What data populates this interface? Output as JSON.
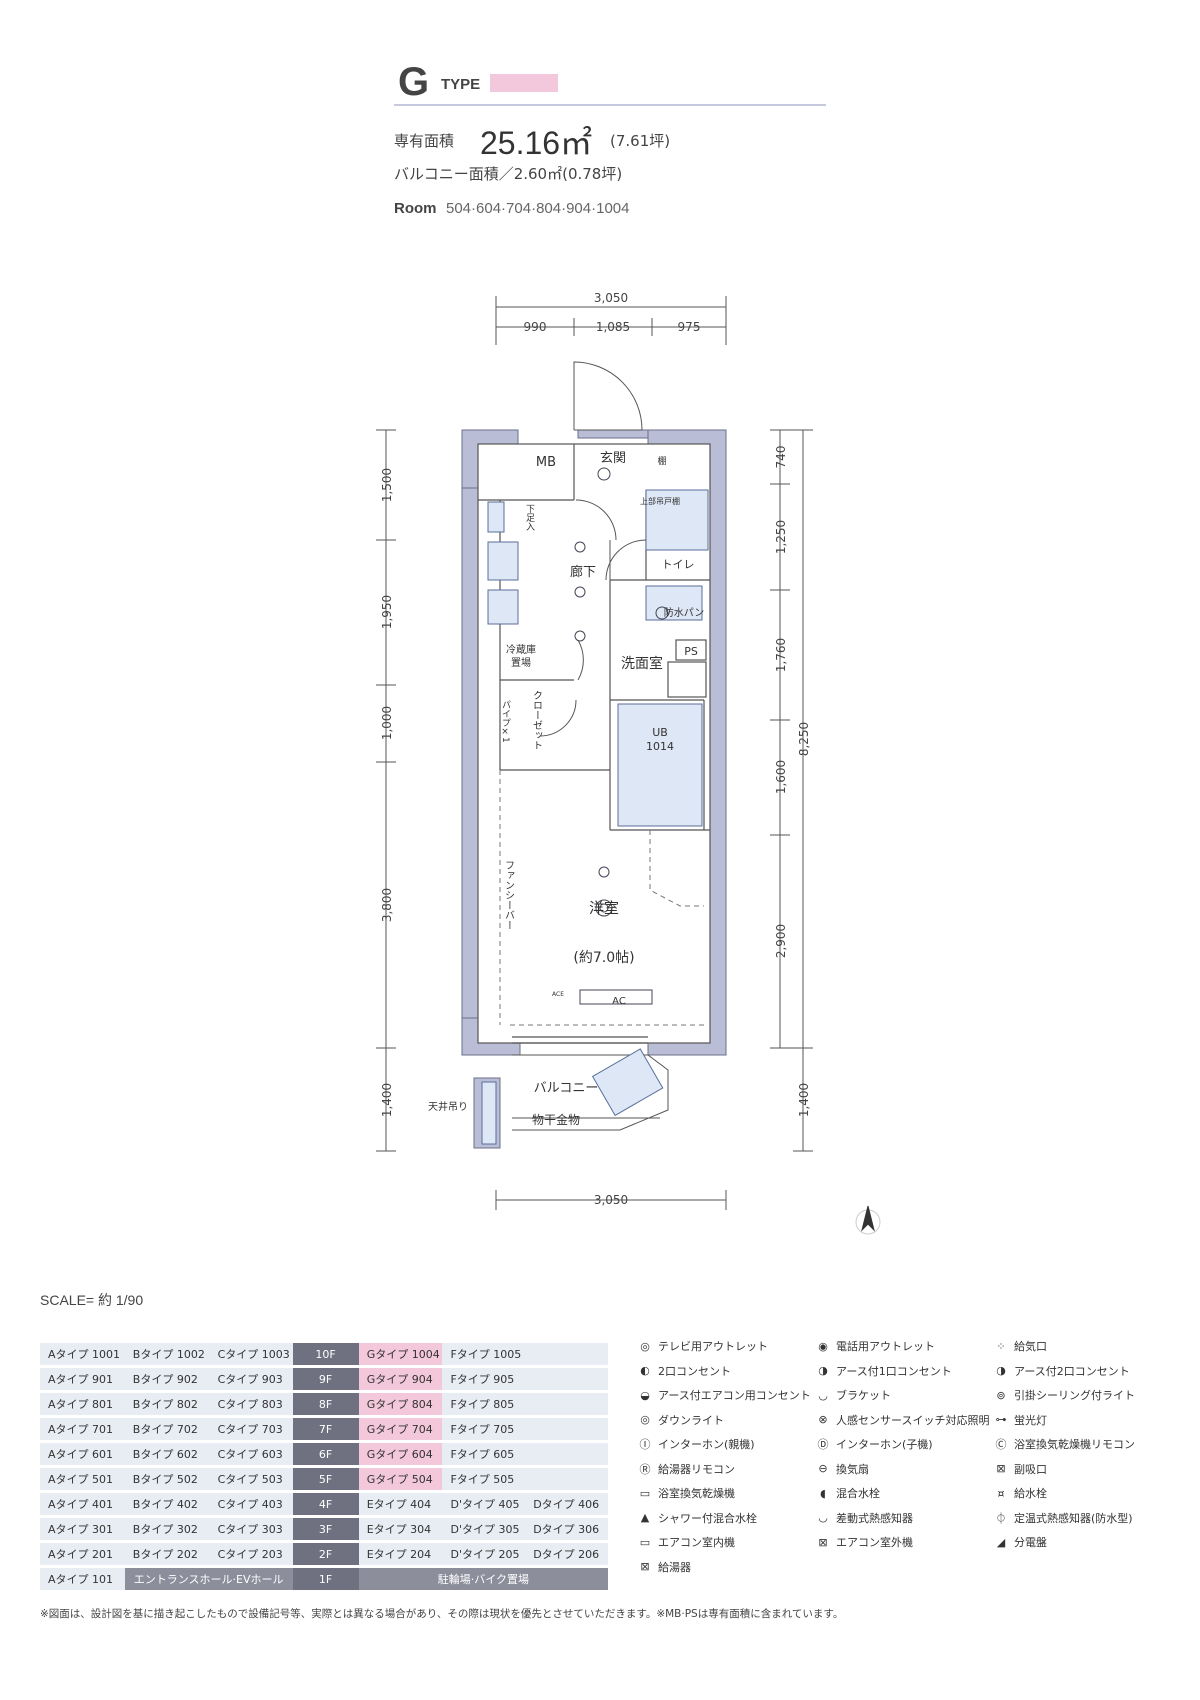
{
  "header": {
    "type_letter": "G",
    "type_word": "TYPE",
    "area_label": "専有面積",
    "area_value": "25.16㎡",
    "area_tsubo": "(7.61坪)",
    "balcony": "バルコニー面積／2.60㎡(0.78坪)",
    "room_label": "Room",
    "room_list": "504·604·704·804·904·1004"
  },
  "plan": {
    "dims_top_total": "3,050",
    "dims_top": [
      "990",
      "1,085",
      "975"
    ],
    "dims_bottom_total": "3,050",
    "dims_left": [
      "1,500",
      "1,950",
      "1,000",
      "3,800",
      "1,400"
    ],
    "dims_right": [
      "740",
      "1,250",
      "1,760",
      "1,600",
      "2,900",
      "1,400"
    ],
    "dims_right_total": "8,250",
    "rooms": {
      "mb": "MB",
      "genkan": "玄関",
      "rouka": "廊下",
      "toilet": "トイレ",
      "senmen": "洗面室",
      "ps": "PS",
      "ub": "UB",
      "ub_size": "1014",
      "youshitsu": "洋室",
      "youshitsu_size": "(約7.0帖)",
      "balcony": "バルコニー",
      "monohoshi": "物干金物",
      "tenjou": "天井吊り",
      "fancy": "ファンシーバー",
      "reizouko": "冷蔵庫",
      "okiba": "置場",
      "closet": "クローゼット",
      "jobu_shuno": "上部吊戸棚",
      "pipe": "パイプ×1",
      "geta": "下足入",
      "bousui": "防水パン",
      "tana": "棚",
      "ac": "AC",
      "ace": "ACE"
    }
  },
  "scale": "SCALE= 約 1/90",
  "room_table": {
    "rows": [
      {
        "a": "Aタイプ 1001",
        "b": "Bタイプ 1002",
        "c": "Cタイプ 1003",
        "floor": "10F",
        "g": "Gタイプ 1004",
        "f": "Fタイプ 1005"
      },
      {
        "a": "Aタイプ 901",
        "b": "Bタイプ 902",
        "c": "Cタイプ 903",
        "floor": "9F",
        "g": "Gタイプ 904",
        "f": "Fタイプ 905"
      },
      {
        "a": "Aタイプ 801",
        "b": "Bタイプ 802",
        "c": "Cタイプ 803",
        "floor": "8F",
        "g": "Gタイプ 804",
        "f": "Fタイプ 805"
      },
      {
        "a": "Aタイプ 701",
        "b": "Bタイプ 702",
        "c": "Cタイプ 703",
        "floor": "7F",
        "g": "Gタイプ 704",
        "f": "Fタイプ 705"
      },
      {
        "a": "Aタイプ 601",
        "b": "Bタイプ 602",
        "c": "Cタイプ 603",
        "floor": "6F",
        "g": "Gタイプ 604",
        "f": "Fタイプ 605"
      },
      {
        "a": "Aタイプ 501",
        "b": "Bタイプ 502",
        "c": "Cタイプ 503",
        "floor": "5F",
        "g": "Gタイプ 504",
        "f": "Fタイプ 505"
      }
    ],
    "lower_rows": [
      {
        "a": "Aタイプ 401",
        "b": "Bタイプ 402",
        "c": "Cタイプ 403",
        "floor": "4F",
        "e": "Eタイプ 404",
        "dd": "D'タイプ 405",
        "d": "Dタイプ 406"
      },
      {
        "a": "Aタイプ 301",
        "b": "Bタイプ 302",
        "c": "Cタイプ 303",
        "floor": "3F",
        "e": "Eタイプ 304",
        "dd": "D'タイプ 305",
        "d": "Dタイプ 306"
      },
      {
        "a": "Aタイプ 201",
        "b": "Bタイプ 202",
        "c": "Cタイプ 203",
        "floor": "2F",
        "e": "Eタイプ 204",
        "dd": "D'タイプ 205",
        "d": "Dタイプ 206"
      }
    ],
    "ground": {
      "a": "Aタイプ 101",
      "hall": "エントランスホール·EVホール",
      "floor": "1F",
      "parking": "駐輪場·バイク置場"
    }
  },
  "legend": [
    {
      "icon": "tv-outlet-icon",
      "label": "テレビ用アウトレット"
    },
    {
      "icon": "phone-outlet-icon",
      "label": "電話用アウトレット"
    },
    {
      "icon": "air-supply-icon",
      "label": "給気口"
    },
    {
      "icon": "outlet-2-icon",
      "label": "2口コンセント"
    },
    {
      "icon": "earth-outlet-1-icon",
      "label": "アース付1口コンセント"
    },
    {
      "icon": "earth-outlet-2-icon",
      "label": "アース付2口コンセント"
    },
    {
      "icon": "ac-outlet-icon",
      "label": "アース付エアコン用コンセント"
    },
    {
      "icon": "bracket-icon",
      "label": "ブラケット"
    },
    {
      "icon": "ceiling-light-icon",
      "label": "引掛シーリング付ライト"
    },
    {
      "icon": "downlight-icon",
      "label": "ダウンライト"
    },
    {
      "icon": "motion-light-icon",
      "label": "人感センサースイッチ対応照明"
    },
    {
      "icon": "fluorescent-icon",
      "label": "蛍光灯"
    },
    {
      "icon": "intercom-main-icon",
      "label": "インターホン(親機)"
    },
    {
      "icon": "intercom-sub-icon",
      "label": "インターホン(子機)"
    },
    {
      "icon": "dryer-remote-icon",
      "label": "浴室換気乾燥機リモコン"
    },
    {
      "icon": "water-heater-remote-icon",
      "label": "給湯器リモコン"
    },
    {
      "icon": "vent-fan-icon",
      "label": "換気扇"
    },
    {
      "icon": "sub-vent-icon",
      "label": "副吸口"
    },
    {
      "icon": "bath-dryer-icon",
      "label": "浴室換気乾燥機"
    },
    {
      "icon": "mixing-faucet-icon",
      "label": "混合水栓"
    },
    {
      "icon": "water-faucet-icon",
      "label": "給水栓"
    },
    {
      "icon": "shower-faucet-icon",
      "label": "シャワー付混合水栓"
    },
    {
      "icon": "heat-detector-icon",
      "label": "差動式熱感知器"
    },
    {
      "icon": "fixed-heat-detector-icon",
      "label": "定温式熱感知器(防水型)"
    },
    {
      "icon": "ac-indoor-icon",
      "label": "エアコン室内機"
    },
    {
      "icon": "ac-outdoor-icon",
      "label": "エアコン室外機"
    },
    {
      "icon": "distribution-board-icon",
      "label": "分電盤"
    },
    {
      "icon": "water-heater-icon",
      "label": "給湯器"
    }
  ],
  "footnote": "※図面は、設計図を基に描き起こしたもので設備記号等、実際とは異なる場合があり、その際は現状を優先とさせていただきます。※MB·PSは専有面積に含まれています。",
  "colors": {
    "pink": "#f3c8da",
    "floor_gray": "#6f7180",
    "wall": "#b9bdd6",
    "cell": "#e8ecf3",
    "blue_fixture": "#dde7f5"
  }
}
